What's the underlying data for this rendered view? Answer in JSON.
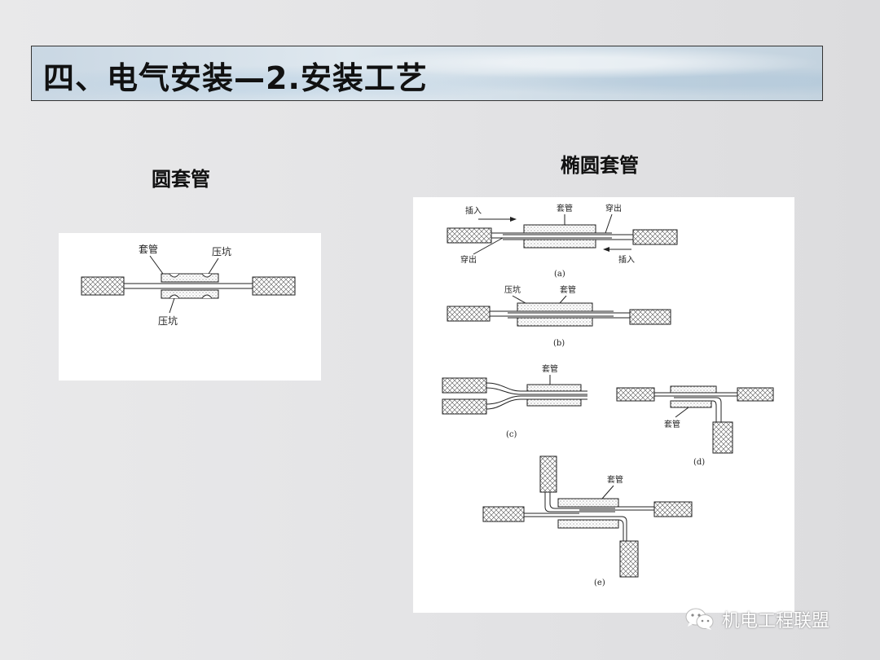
{
  "title": "四、电气安装—2.安装工艺",
  "left_panel": {
    "heading": "圆套管",
    "labels": {
      "sleeve": "套管",
      "dent_top": "压坑",
      "dent_bottom": "压坑"
    }
  },
  "right_panel": {
    "heading": "椭圆套管",
    "a": {
      "insert_left": "插入",
      "sleeve": "套管",
      "through_right": "穿出",
      "through_left": "穿出",
      "insert_right": "插入",
      "caption": "(a)"
    },
    "b": {
      "dent": "压坑",
      "sleeve": "套管",
      "caption": "(b)"
    },
    "c": {
      "sleeve": "套管",
      "caption": "(c)"
    },
    "d": {
      "sleeve": "套管",
      "caption": "(d)"
    },
    "e": {
      "sleeve": "套管",
      "caption": "(e)"
    }
  },
  "watermark": {
    "text": "机电工程联盟",
    "icon": "wechat-icon"
  }
}
